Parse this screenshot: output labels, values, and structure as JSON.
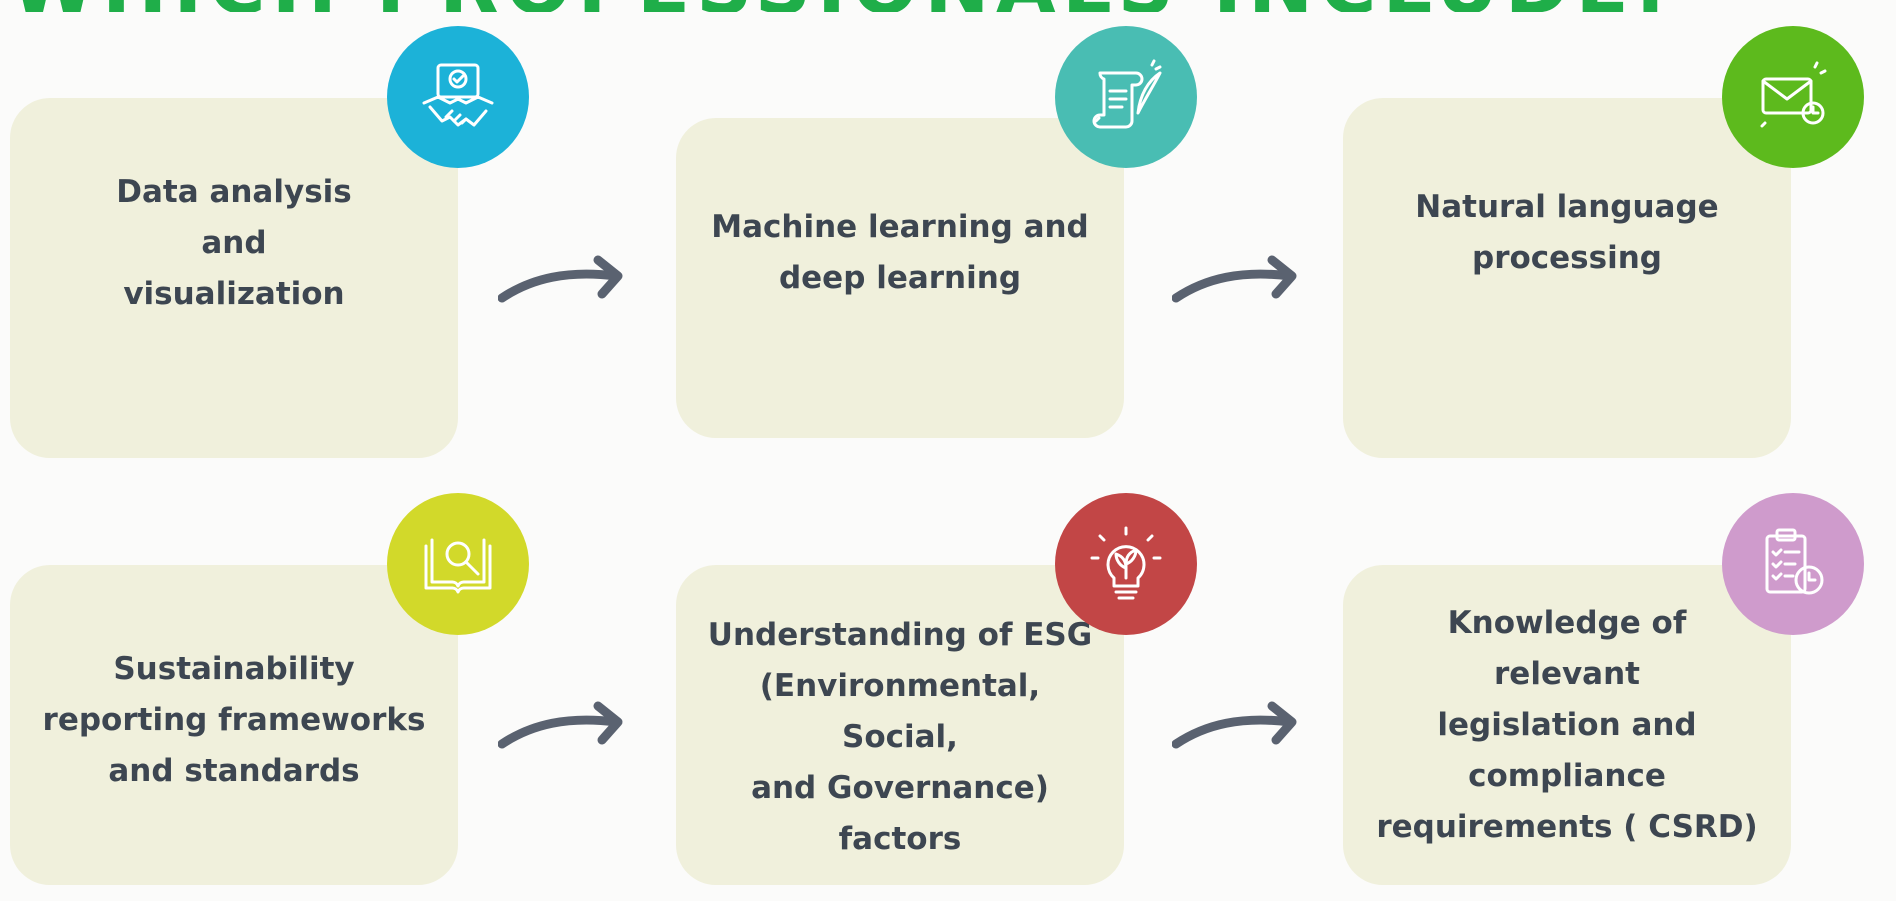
{
  "header": {
    "title": "WHICH PROFESSIONALS INCLUDE:"
  },
  "colors": {
    "card_bg": "#f0f0dc",
    "text": "#3d4651",
    "arrow": "#5a6270",
    "title": "#1fae49"
  },
  "cards": [
    {
      "label": "Data analysis\nand\nvisualization",
      "icon": "handshake-certificate-icon",
      "badge_color": "#1cb2d8"
    },
    {
      "label": "Machine learning and\ndeep learning",
      "icon": "scroll-quill-icon",
      "badge_color": "#49bdb3"
    },
    {
      "label": "Natural language\nprocessing",
      "icon": "envelope-clock-icon",
      "badge_color": "#5dba1d"
    },
    {
      "label": "Sustainability\nreporting frameworks\nand standards",
      "icon": "book-magnifier-icon",
      "badge_color": "#d2d92a"
    },
    {
      "label": "Understanding of ESG\n(Environmental, Social,\nand Governance)\nfactors",
      "icon": "lightbulb-leaf-icon",
      "badge_color": "#c24646"
    },
    {
      "label": "Knowledge of relevant\nlegislation and\ncompliance\nrequirements ( CSRD)",
      "icon": "clipboard-clock-icon",
      "badge_color": "#cf9bcc"
    }
  ]
}
